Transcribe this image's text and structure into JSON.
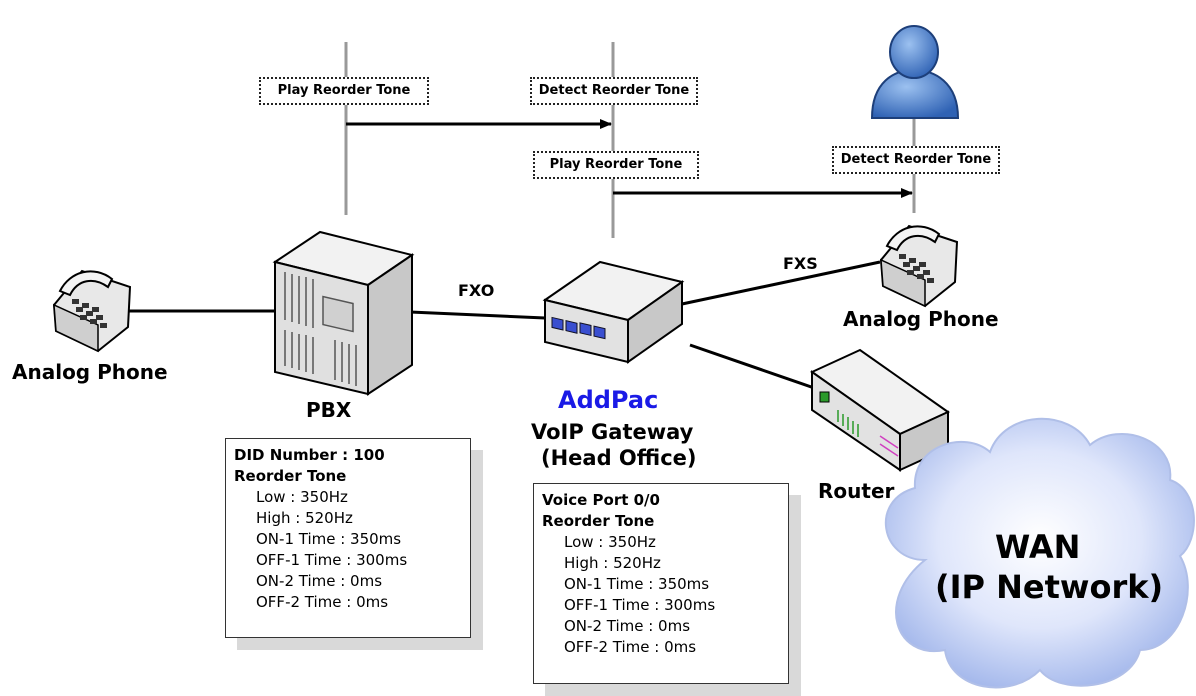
{
  "tags": {
    "pbx_play": "Play Reorder Tone",
    "gw_detect": "Detect Reorder Tone",
    "gw_play": "Play Reorder Tone",
    "phone_detect": "Detect Reorder Tone"
  },
  "links": {
    "fxo": "FXO",
    "fxs": "FXS"
  },
  "devices": {
    "left_phone": "Analog Phone",
    "right_phone": "Analog Phone",
    "pbx": "PBX",
    "brand": "AddPac",
    "gateway_line1": "VoIP Gateway",
    "gateway_line2": "(Head Office)",
    "router": "Router",
    "wan_line1": "WAN",
    "wan_line2": "(IP Network)"
  },
  "pbx_info": {
    "title": "DID Number : 100",
    "subtitle": "Reorder Tone",
    "lines": [
      "Low : 350Hz",
      "High : 520Hz",
      "ON-1 Time : 350ms",
      "OFF-1 Time : 300ms",
      "ON-2 Time : 0ms",
      "OFF-2 Time : 0ms"
    ]
  },
  "gw_info": {
    "title": "Voice Port 0/0",
    "subtitle": "Reorder Tone",
    "lines": [
      "Low : 350Hz",
      "High : 520Hz",
      "ON-1 Time : 350ms",
      "OFF-1 Time : 300ms",
      "ON-2 Time : 0ms",
      "OFF-2 Time : 0ms"
    ]
  },
  "colors": {
    "brand": "#1a1ae6",
    "cloud": "#b8c8f0",
    "person": "#4a7fc8"
  }
}
